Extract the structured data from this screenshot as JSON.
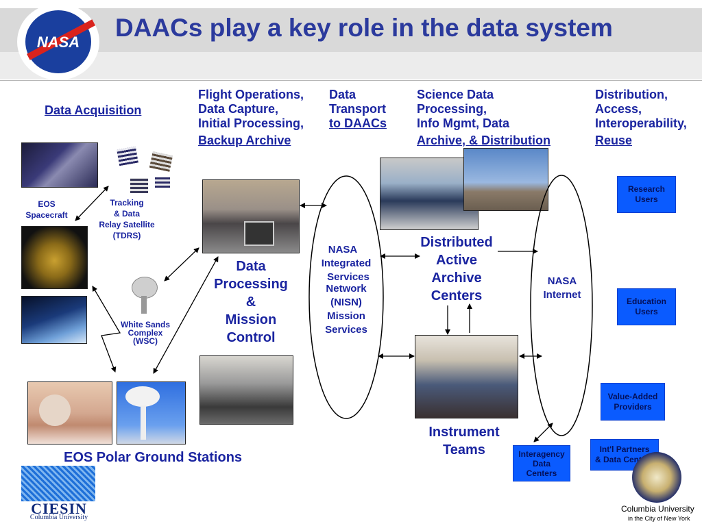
{
  "title": "DAACs play a key role in the data system",
  "logo_text": "NASA",
  "columns": {
    "acquisition": "Data Acquisition",
    "flight_ops": [
      "Flight Operations,",
      "Data Capture,",
      "Initial Processing,",
      "Backup Archive"
    ],
    "transport": [
      "Data",
      "Transport",
      "to DAACs"
    ],
    "science": [
      "Science Data",
      "Processing,",
      "Info Mgmt,  Data",
      "Archive, & Distribution"
    ],
    "distribution": [
      "Distribution,",
      "Access,",
      "Interoperability,",
      "Reuse"
    ]
  },
  "labels": {
    "eos_spacecraft": [
      "EOS",
      "Spacecraft"
    ],
    "tdrs": [
      "Tracking",
      "& Data",
      "Relay Satellite",
      "(TDRS)"
    ],
    "wsc": [
      "White Sands",
      "Complex",
      "(WSC)"
    ],
    "polar": "EOS Polar Ground Stations",
    "dpmc": [
      "Data",
      "Processing",
      "&",
      "Mission",
      "Control"
    ],
    "nisn": [
      "NASA",
      "Integrated",
      " Services",
      "Network",
      "(NISN)",
      "Mission",
      "Services"
    ],
    "daac": [
      "Distributed",
      "Active",
      "Archive",
      "Centers"
    ],
    "instrument": [
      "Instrument",
      "Teams"
    ],
    "nasa_internet": [
      "NASA",
      "Internet"
    ]
  },
  "boxes": {
    "research": [
      "Research",
      "Users"
    ],
    "education": [
      "Education",
      "Users"
    ],
    "value_added": [
      "Value-Added",
      "Providers"
    ],
    "intl": [
      "Int'l Partners",
      "& Data Centers"
    ],
    "interagency": [
      "Interagency",
      "Data",
      "Centers"
    ]
  },
  "footer": {
    "ciesin": "CIESIN",
    "ciesin_sub": "Columbia University",
    "columbia": "Columbia University",
    "columbia_sub": "in the City of New York"
  },
  "colors": {
    "heading": "#1a24a0",
    "title": "#2b3a9d",
    "box": "#0a5bff"
  }
}
